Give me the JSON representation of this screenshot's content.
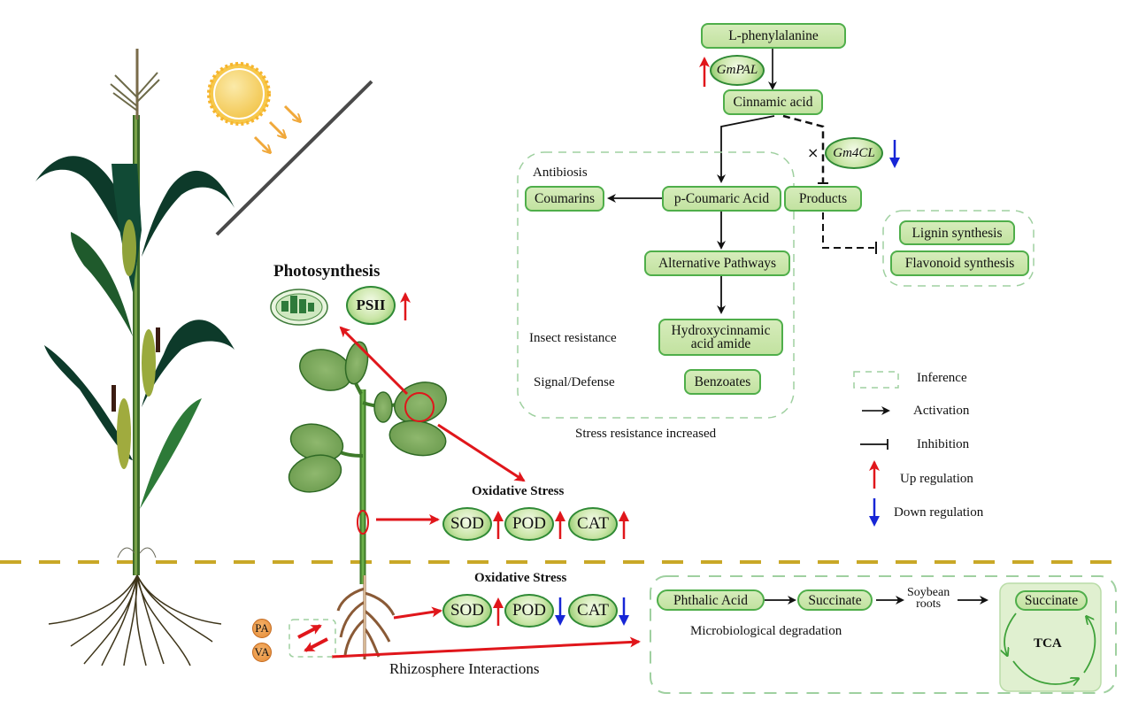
{
  "pathway": {
    "l_phenylalanine": "L-phenylalanine",
    "gmpal": "GmPAL",
    "cinnamic_acid": "Cinnamic acid",
    "gm4cl": "Gm4CL",
    "block_mark": "×",
    "p_coumaric_acid": "p-Coumaric Acid",
    "products": "Products",
    "coumarins": "Coumarins",
    "alternative_pathways": "Alternative Pathways",
    "hydroxycinnamic_line1": "Hydroxycinnamic",
    "hydroxycinnamic_line2": "acid amide",
    "benzoates": "Benzoates",
    "lignin_synthesis": "Lignin synthesis",
    "flavonoid_synthesis": "Flavonoid synthesis",
    "antibiosis": "Antibiosis",
    "insect_resistance": "Insect resistance",
    "signal_defense": "Signal/Defense",
    "stress_resistance": "Stress resistance increased"
  },
  "photosynthesis": {
    "title": "Photosynthesis",
    "psii": "PSII",
    "psii_regulation": "up"
  },
  "oxidative_stress_shoot": {
    "title": "Oxidative Stress",
    "enzymes": [
      {
        "name": "SOD",
        "regulation": "up"
      },
      {
        "name": "POD",
        "regulation": "up"
      },
      {
        "name": "CAT",
        "regulation": "up"
      }
    ]
  },
  "oxidative_stress_root": {
    "title": "Oxidative Stress",
    "enzymes": [
      {
        "name": "SOD",
        "regulation": "up"
      },
      {
        "name": "POD",
        "regulation": "down"
      },
      {
        "name": "CAT",
        "regulation": "down"
      }
    ]
  },
  "rhizosphere": {
    "pa": "PA",
    "va": "VA",
    "label": "Rhizosphere Interactions"
  },
  "degradation": {
    "phthalic_acid": "Phthalic Acid",
    "succinate": "Succinate",
    "soybean_roots_line1": "Soybean",
    "soybean_roots_line2": "roots",
    "label": "Microbiological degradation",
    "tca_succinate": "Succinate",
    "tca": "TCA"
  },
  "legend": {
    "items": [
      {
        "label": "Inference"
      },
      {
        "label": "Activation"
      },
      {
        "label": "Inhibition"
      },
      {
        "label": "Up regulation"
      },
      {
        "label": "Down regulation"
      }
    ]
  },
  "colors": {
    "up": "#e0161b",
    "down": "#1726d6",
    "node_border": "#4fae4a",
    "node_fill": "#cbe6ab",
    "inference_dash": "#9fd0a0",
    "soil_line": "#c9a827"
  }
}
